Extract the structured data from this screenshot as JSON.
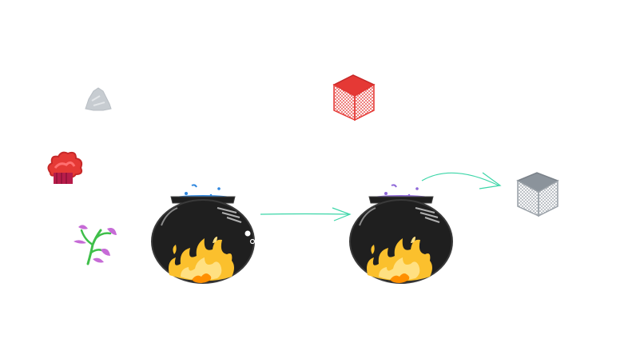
{
  "scene": {
    "ingredients": [
      {
        "id": "rock",
        "icon": "gray-rock-icon",
        "color": "#c7ccd1"
      },
      {
        "id": "red-flower",
        "icon": "red-flower-icon",
        "color": "#e53935"
      },
      {
        "id": "purple-herb",
        "icon": "purple-herb-icon",
        "color": "#c66bd6",
        "stem_color": "#3fbf4a"
      }
    ],
    "cauldrons": [
      {
        "id": "cauldron-1",
        "liquid_color": "#2e86de",
        "fire_color": "#fbc02d"
      },
      {
        "id": "cauldron-2",
        "liquid_color": "#8e67d8",
        "fire_color": "#fbc02d"
      }
    ],
    "intermediate_result": {
      "icon": "red-cube-icon",
      "color": "#e53935"
    },
    "final_result": {
      "icon": "gray-cube-icon",
      "color": "#9aa1a8"
    },
    "arrow_color": "#3cd6a8"
  }
}
